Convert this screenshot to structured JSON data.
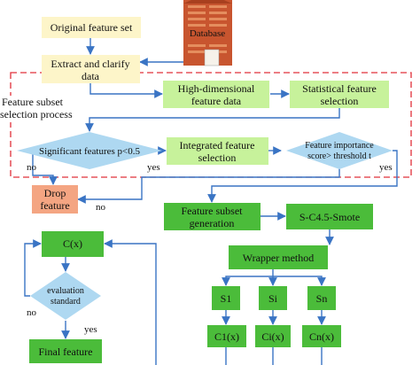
{
  "nodes": {
    "original_feature_set": "Original feature set",
    "database": "Database",
    "extract_line1": "Extract and clarify",
    "extract_line2": "data",
    "process_label_line1": "Feature subset",
    "process_label_line2": "selection process",
    "high_dim_line1": "High-dimensional",
    "high_dim_line2": "feature data",
    "stat_line1": "Statistical feature",
    "stat_line2": "selection",
    "significant": "Significant features p<0.5",
    "integrated_line1": "Integrated feature",
    "integrated_line2": "selection",
    "importance_line1": "Feature importance",
    "importance_line2": "score> threshold t",
    "drop_line1": "Drop",
    "drop_line2": "feature",
    "subset_gen_line1": "Feature subset",
    "subset_gen_line2": "generation",
    "sc45": "S-C4.5-Smote",
    "cx": "C(x)",
    "wrapper": "Wrapper method",
    "s1": "S1",
    "si": "Si",
    "sn": "Sn",
    "eval_line1": "evaluation",
    "eval_line2": "standard",
    "c1x": "C1(x)",
    "cix": "Ci(x)",
    "cnx": "Cn(x)",
    "final": "Final feature"
  },
  "edge_labels": {
    "no_significant": "no",
    "yes_significant": "yes",
    "yes_importance": "yes",
    "no_importance": "no",
    "no_eval": "no",
    "yes_eval": "yes"
  },
  "colors": {
    "yellow_box": "#fdf5c9",
    "green_box": "#c7f29b",
    "dark_green_box": "#4bbc3a",
    "light_blue_diamond": "#aed8f1",
    "drop_box": "#f4a582",
    "arrow": "#3a74c4",
    "dashed_border": "#e0303a"
  }
}
